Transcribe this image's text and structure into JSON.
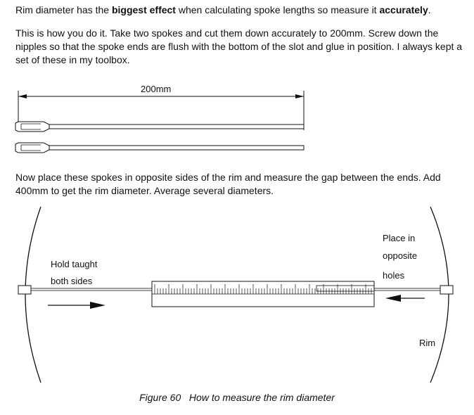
{
  "intro": {
    "p1": {
      "a": "Rim diameter has the ",
      "b": "biggest effect",
      "c": " when calculating spoke lengths so measure it ",
      "d": "accurately",
      "e": "."
    },
    "p2": "This is how you do it. Take two spokes and cut them down accurately to 200mm. Screw down the nipples so that the spoke ends are flush with the bottom of the slot and glue in position. I always kept a set of these in my toolbox.",
    "p3": "Now place these spokes in opposite sides of the rim and measure the gap between the ends. Add 400mm to get the rim diameter. Average several diameters."
  },
  "figure_top": {
    "dimension_label": "200mm"
  },
  "figure_bottom": {
    "left_label_line1": "Hold taught",
    "left_label_line2": "both sides",
    "right_label_line1": "Place in",
    "right_label_line2": "opposite",
    "right_label_line3": "holes",
    "rim_label": "Rim"
  },
  "caption": {
    "number": "Figure 60",
    "text": "How to measure the rim diameter"
  }
}
